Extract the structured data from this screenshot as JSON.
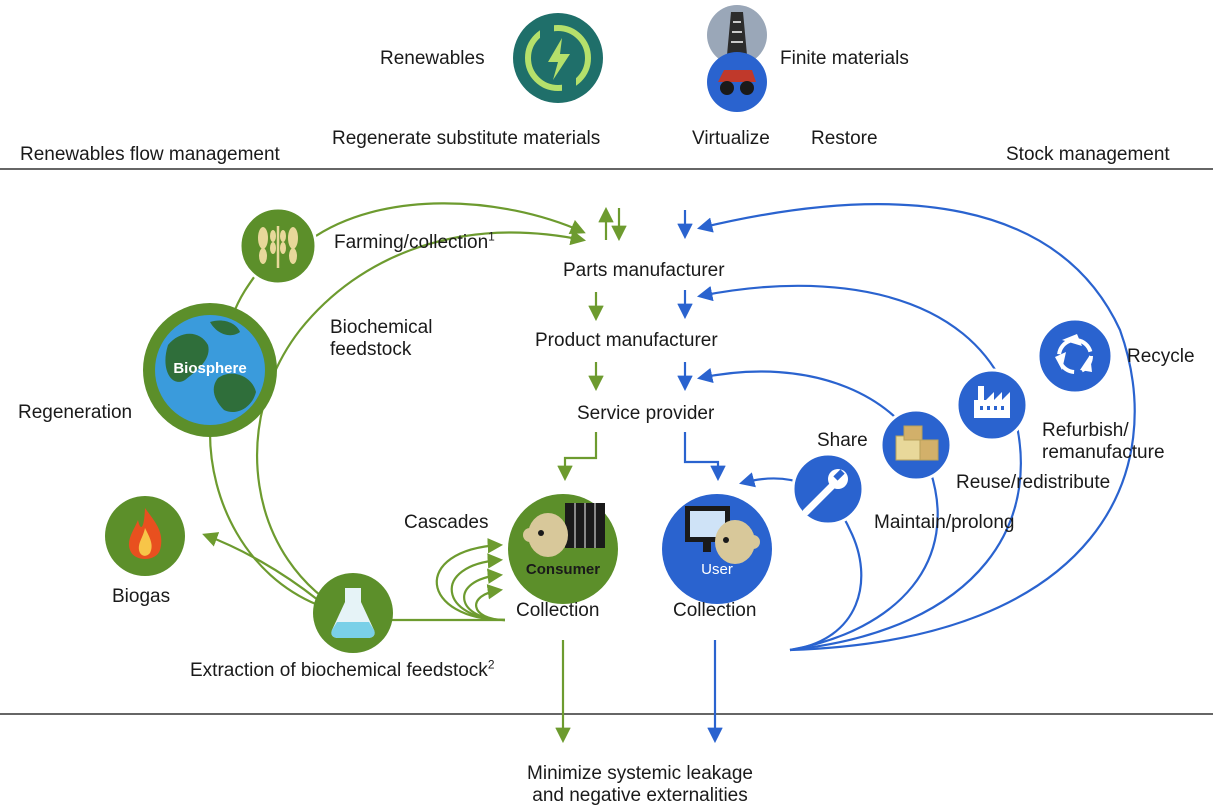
{
  "colors": {
    "green": "#6d9b2f",
    "green_dark": "#4f7d1c",
    "blue": "#2a63cf",
    "blue_dark": "#1d4fb0",
    "teal": "#1f6f6a"
  },
  "header": {
    "renewables": "Renewables",
    "finite_materials": "Finite materials",
    "renewables_flow": "Renewables flow management",
    "regenerate": "Regenerate substitute materials",
    "virtualize": "Virtualize",
    "restore": "Restore",
    "stock": "Stock management"
  },
  "left": {
    "farming": "Farming/collection",
    "farming_sup": "1",
    "biochemical": "Biochemical feedstock",
    "biosphere": "Biosphere",
    "regeneration": "Regeneration",
    "biogas": "Biogas",
    "cascades": "Cascades",
    "extraction": "Extraction of biochemical feedstock",
    "extraction_sup": "2"
  },
  "center": {
    "parts": "Parts manufacturer",
    "product": "Product manufacturer",
    "service": "Service provider",
    "consumer": "Consumer",
    "user": "User",
    "collection_left": "Collection",
    "collection_right": "Collection"
  },
  "right": {
    "recycle": "Recycle",
    "refurbish": "Refurbish/ remanufacture",
    "reuse": "Reuse/redistribute",
    "share": "Share",
    "maintain": "Maintain/prolong"
  },
  "footer": {
    "leakage": "Minimize systemic leakage and negative externalities"
  },
  "icons": {
    "renewables": "renewable-energy-icon",
    "finite": "finite-materials-icon",
    "farming": "farming-icon",
    "biosphere": "biosphere-globe-icon",
    "biogas": "flame-icon",
    "extraction": "flask-icon",
    "consumer": "consumer-icon",
    "user": "user-computer-icon",
    "maintain": "wrench-icon",
    "reuse": "boxes-icon",
    "refurbish": "factory-icon",
    "recycle": "recycle-icon"
  }
}
